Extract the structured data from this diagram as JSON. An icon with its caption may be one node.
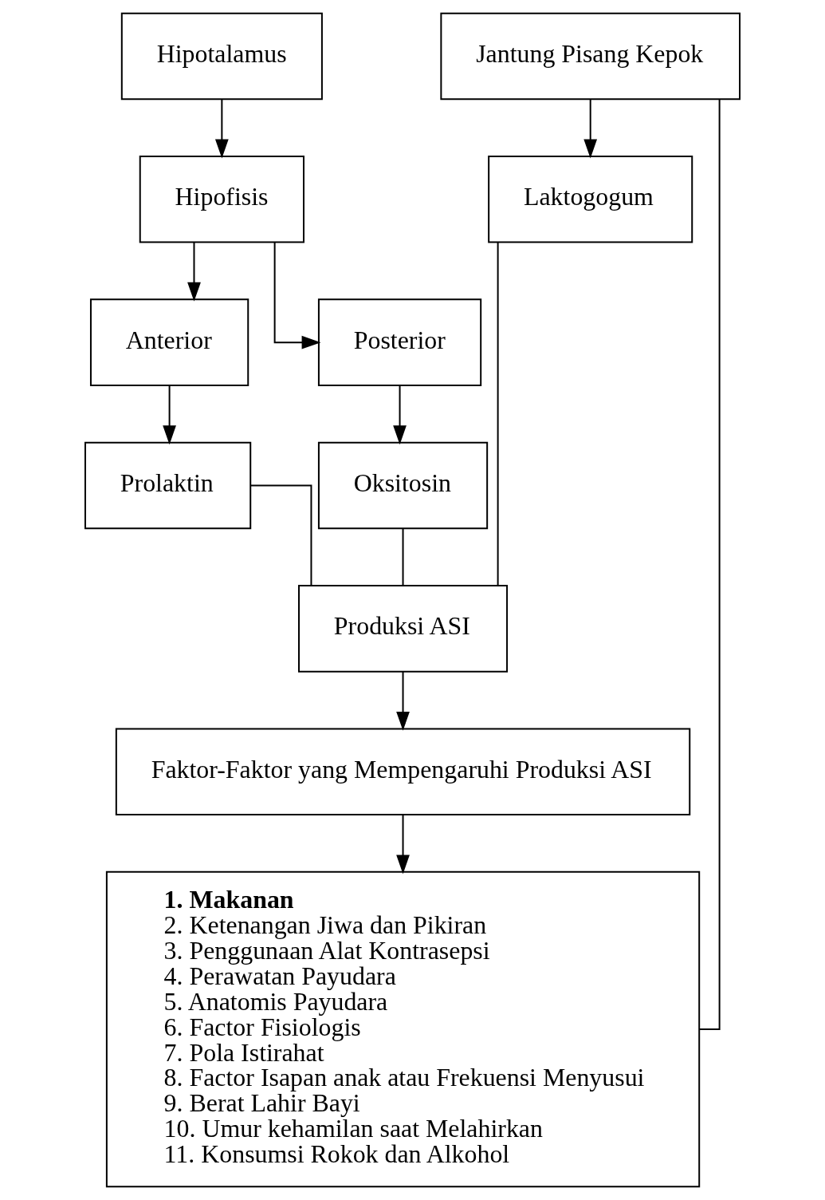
{
  "diagram": {
    "nodes": [
      {
        "text": [
          "Hipotalamus"
        ]
      },
      {
        "text": [
          "Jantung Pisang Kepok"
        ]
      },
      {
        "text": [
          "Hipofisis"
        ]
      },
      {
        "text": [
          "Laktogogum"
        ]
      },
      {
        "text": [
          "Anterior"
        ]
      },
      {
        "text": [
          "Posterior"
        ]
      },
      {
        "text": [
          "Prolaktin"
        ]
      },
      {
        "text": [
          "Oksitosin"
        ]
      },
      {
        "text": [
          "Produksi ASI"
        ]
      },
      {
        "text": [
          "Faktor-Faktor yang Mempengaruhi Produksi ASI"
        ]
      },
      {
        "text": [
          "1. Makanan",
          "2. Ketenangan Jiwa dan Pikiran",
          "3. Penggunaan Alat Kontrasepsi",
          "4. Perawatan Payudara",
          "5. Anatomis Payudara",
          "6. Factor Fisiologis",
          "7. Pola Istirahat",
          "8. Factor Isapan anak atau Frekuensi Menyusui",
          "9. Berat Lahir Bayi",
          "10. Umur kehamilan saat Melahirkan",
          "11. Konsumsi Rokok dan Alkohol"
        ]
      }
    ],
    "edges": [
      {
        "from": 0,
        "to": 2,
        "arrow": "to"
      },
      {
        "from": 1,
        "to": 3,
        "arrow": "to"
      },
      {
        "from": 2,
        "to": 4,
        "arrow": "to"
      },
      {
        "from": 2,
        "to": 5,
        "arrow": "to"
      },
      {
        "from": 4,
        "to": 6,
        "arrow": "to"
      },
      {
        "from": 5,
        "to": 7,
        "arrow": "to"
      },
      {
        "from": 6,
        "to": 8,
        "arrow": "none"
      },
      {
        "from": 7,
        "to": 8,
        "arrow": "none"
      },
      {
        "from": 3,
        "to": 8,
        "arrow": "none"
      },
      {
        "from": 8,
        "to": 9,
        "arrow": "to"
      },
      {
        "from": 9,
        "to": 10,
        "arrow": "to"
      },
      {
        "from": 1,
        "to": 10,
        "arrow": "none"
      }
    ]
  }
}
